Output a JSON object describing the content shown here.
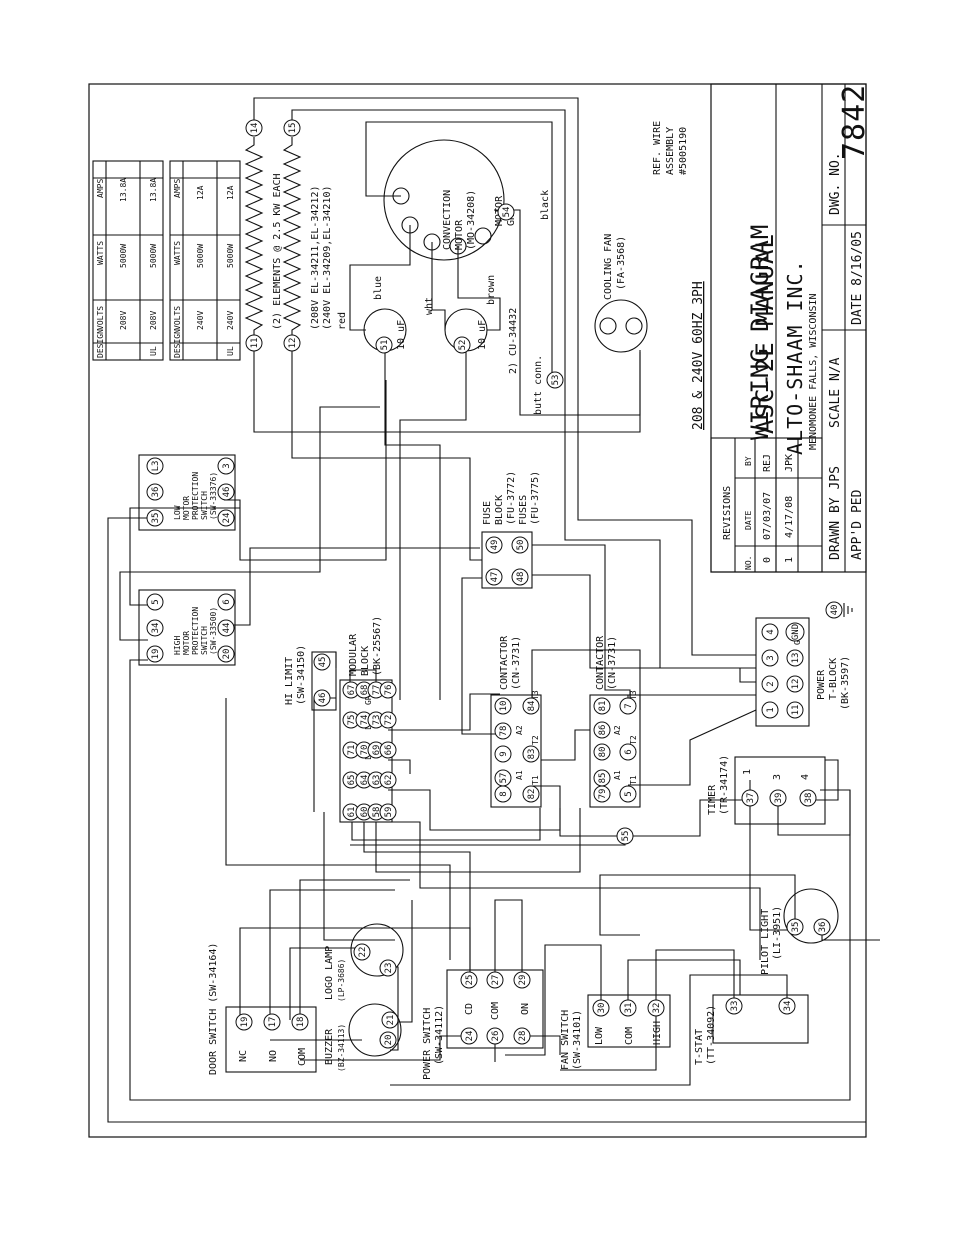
{
  "title_block": {
    "title": "WIRING DIAGRAM",
    "subtitle": "ASC-2E MANUAL",
    "company": "ALTO-SHAAM INC.",
    "location": "MENOMONEE FALLS, WISCONSIN",
    "drawn_by": "DRAWN BY JPS",
    "scale": "SCALE N/A",
    "dwg_no_label": "DWG. NO.",
    "dwg_no": "7842",
    "appd": "APP'D PED",
    "date": "DATE 8/16/05",
    "voltage": "208 & 240V 60HZ 3PH",
    "ref_wire": [
      "REF. WIRE",
      "ASSEMBLY",
      "#5005190"
    ]
  },
  "revisions": {
    "title": "REVISIONS",
    "headers": [
      "NO.",
      "DATE",
      "BY"
    ],
    "rows": [
      [
        "0",
        "07/03/07",
        "REJ"
      ],
      [
        "1",
        "4/17/08",
        "JPK"
      ]
    ]
  },
  "spec_tables": [
    {
      "headers": [
        "DESIGN",
        "VOLTS",
        "WATTS",
        "AMPS"
      ],
      "rows": [
        [
          "",
          "208V",
          "5000W",
          "13.8A"
        ],
        [
          "UL",
          "208V",
          "5000W",
          "13.8A"
        ]
      ]
    },
    {
      "headers": [
        "DESIGN",
        "VOLTS",
        "WATTS",
        "AMPS"
      ],
      "rows": [
        [
          "",
          "240V",
          "5000W",
          "12A"
        ],
        [
          "UL",
          "240V",
          "5000W",
          "12A"
        ]
      ]
    }
  ],
  "components": {
    "elements": [
      "(2) ELEMENTS @ 2.5 KW EACH",
      "(208V EL-34211,EL-34212)",
      "(240V EL-34209,EL-34210)"
    ],
    "convection_motor": [
      "CONVECTION",
      "MOTOR",
      "(MO-34208)"
    ],
    "motor_gnd": [
      "MOTOR",
      "GND"
    ],
    "capacitor": [
      "2) CU-34432",
      "butt conn."
    ],
    "cap_value": "10 uF",
    "cooling_fan": [
      "COOLING FAN",
      "(FA-3568)"
    ],
    "low_mps": [
      "LOW",
      "MOTOR",
      "PROTECTION",
      "SWITCH",
      "(SW-33376)"
    ],
    "high_mps": [
      "HIGH",
      "MOTOR",
      "PROTECTION",
      "SWITCH",
      "(SW-33500)"
    ],
    "fuse_block": [
      "FUSE",
      "BLOCK",
      "(FU-3772)",
      "FUSES",
      "(FU-3775)"
    ],
    "hi_limit": [
      "HI LIMIT",
      "(SW-34150)"
    ],
    "modular_block": [
      "MODULAR",
      "BLOCK",
      "(BK-25567)"
    ],
    "contactor": [
      "CONTACTOR",
      "(CN-3731)"
    ],
    "power_tblock": [
      "POWER",
      "T-BLOCK",
      "(BK-3597)"
    ],
    "timer": [
      "TIMER",
      "(TR-34174)"
    ],
    "pilot_light": [
      "PILOT LIGHT",
      "(LI-3951)"
    ],
    "tstat": [
      "T-STAT",
      "(TT-34092)"
    ],
    "fan_switch": [
      "FAN SWITCH",
      "(SW-34101)"
    ],
    "power_switch": [
      "POWER SWITCH",
      "(SW-34112)"
    ],
    "buzzer": "BUZZER",
    "buzzer_code": "(BZ-34113)",
    "logo_lamp": "LOGO LAMP",
    "logo_lamp_code": "(LP-3686)",
    "door_switch": "DOOR SWITCH (SW-34164)"
  },
  "wire_labels": {
    "red": "red",
    "blue": "blue",
    "wht": "wht",
    "brown": "brown",
    "black": "black"
  },
  "terminals": {
    "ds": [
      "NC",
      "NO",
      "COM"
    ],
    "ps": [
      "CD",
      "COM",
      "ON"
    ],
    "fs": [
      "LOW",
      "COM",
      "HIGH"
    ],
    "mod_top": [
      "GRND",
      "L2",
      "L1"
    ],
    "contactor_pins": [
      "A1",
      "A2",
      "T1",
      "T2",
      "T3"
    ],
    "gnd": "GND",
    "timer_pins": [
      "1",
      "3",
      "4"
    ]
  }
}
